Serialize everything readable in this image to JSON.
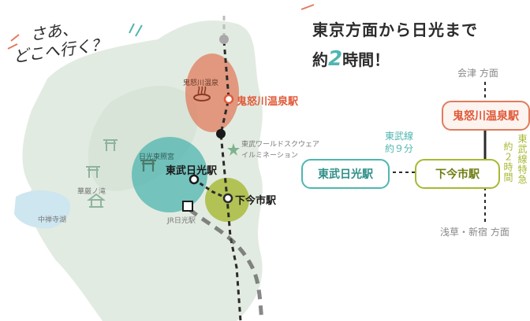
{
  "tagline": {
    "line1": "さあ、",
    "line2": "どこへ行く？"
  },
  "headline": {
    "line1": "東京方面から日光まで",
    "line2_prefix": "約",
    "line2_number": "2",
    "line2_suffix": "時間！"
  },
  "map_labels": {
    "kinugawa_onsen_area": "鬼怒川温泉",
    "kinugawa_onsen_station": "鬼怒川温泉駅",
    "tobu_world_square": "東武ワールドスクウェア",
    "illumination": "イルミネーション",
    "nikko_toshogu": "日光東照宮",
    "tobu_nikko_station": "東武日光駅",
    "shimoimaichi_station": "下今市駅",
    "jr_nikko_station": "JR日光駅",
    "kegon_falls": "華厳ノ滝",
    "chuzenji_temple": "中禅寺湖"
  },
  "route_diagram": {
    "top_direction": "会津 方面",
    "bottom_direction": "浅草・新宿 方面",
    "kinugawa_box": "鬼怒川温泉駅",
    "shimoimaichi_box": "下今市駅",
    "tobu_nikko_box": "東武日光駅",
    "tobu_line_label": "東武線",
    "tobu_line_time": "約９分",
    "express_vertical": "東武線特急",
    "express_time_vertical": "約２時間"
  },
  "colors": {
    "kinugawa": "#e07c5e",
    "tobu_nikko": "#4fb6b0",
    "shimoimaichi": "#a8b832",
    "map_land": "#dfe9df",
    "text_dark": "#2b2b2b"
  }
}
